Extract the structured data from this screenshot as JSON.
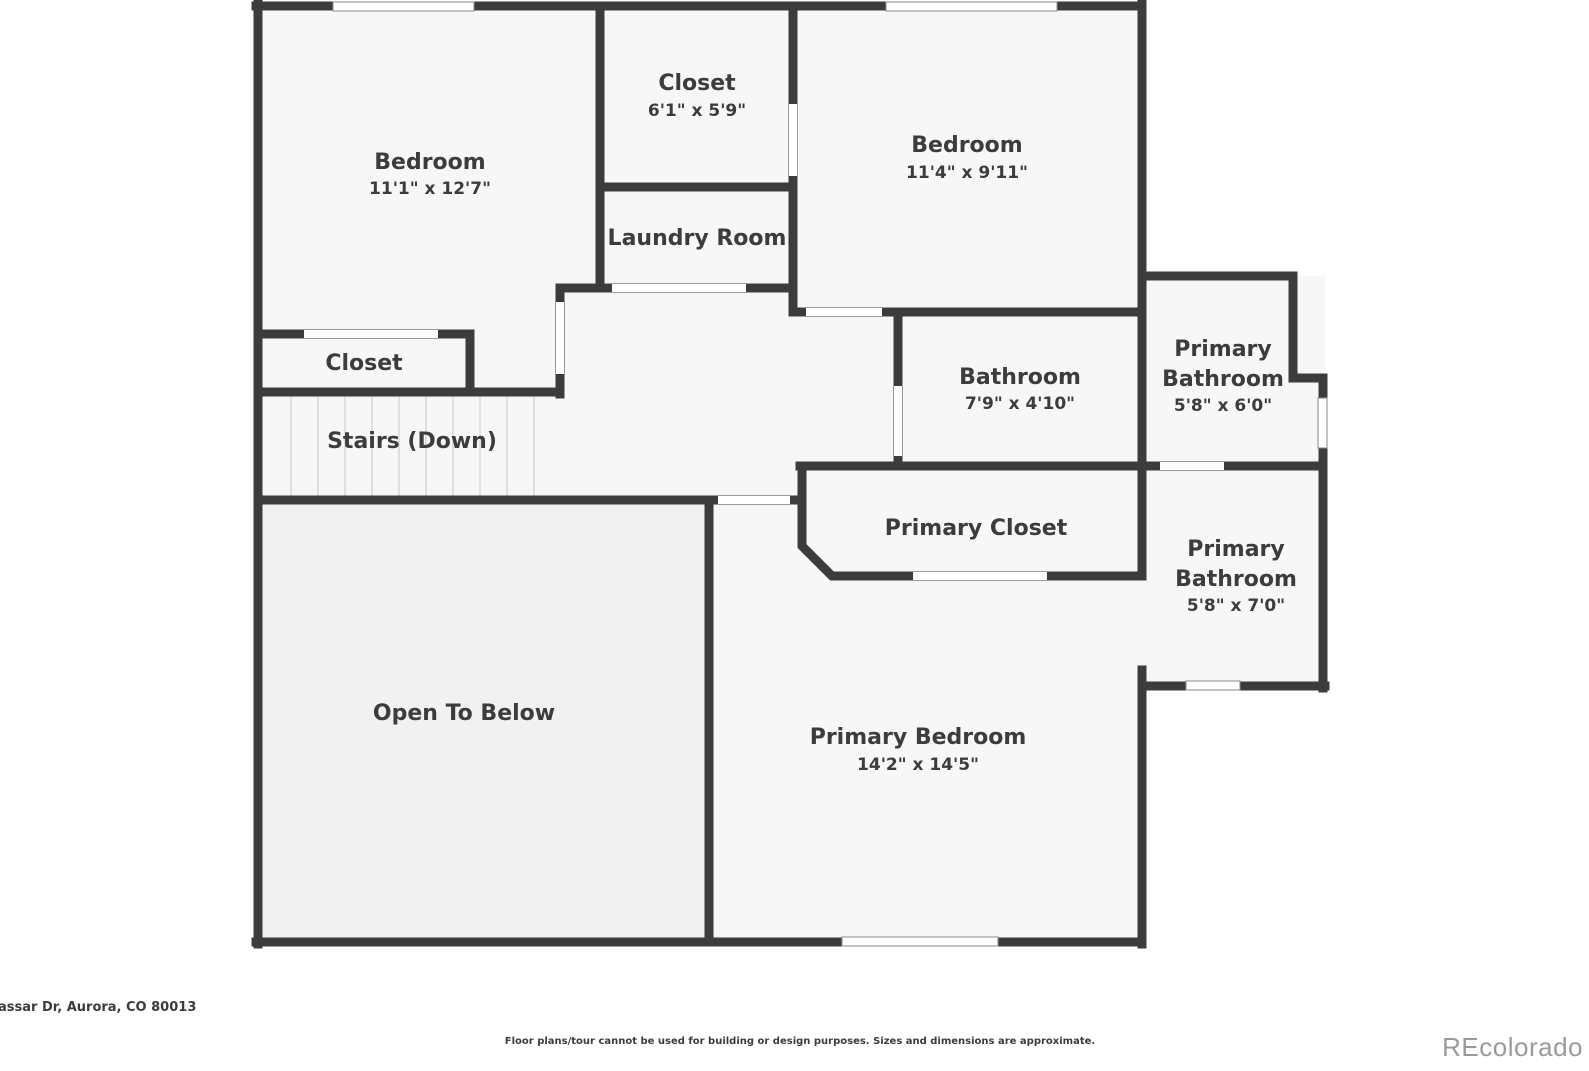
{
  "rooms": {
    "bedroom_nw": {
      "name": "Bedroom",
      "dim": "11'1\" x 12'7\""
    },
    "closet_top": {
      "name": "Closet",
      "dim": "6'1\" x 5'9\""
    },
    "bedroom_ne": {
      "name": "Bedroom",
      "dim": "11'4\" x 9'11\""
    },
    "laundry": {
      "name": "Laundry Room"
    },
    "closet_small": {
      "name": "Closet"
    },
    "stairs": {
      "name": "Stairs (Down)"
    },
    "bathroom": {
      "name": "Bathroom",
      "dim": "7'9\" x 4'10\""
    },
    "primary_bath_1": {
      "name_line1": "Primary",
      "name_line2": "Bathroom",
      "dim": "5'8\" x 6'0\""
    },
    "primary_closet": {
      "name": "Primary Closet"
    },
    "primary_bath_2": {
      "name_line1": "Primary",
      "name_line2": "Bathroom",
      "dim": "5'8\" x 7'0\""
    },
    "open_below": {
      "name": "Open To Below"
    },
    "primary_bedroom": {
      "name": "Primary Bedroom",
      "dim": "14'2\" x 14'5\""
    }
  },
  "footer": {
    "address": "assar Dr, Aurora, CO 80013",
    "disclaimer": "Floor plans/tour cannot be used for building or design purposes. Sizes and dimensions are approximate.",
    "brand": "REcolorado"
  },
  "colors": {
    "wall": "#3c3c3c",
    "floor": "#f7f7f7",
    "open_below": "#f1f1f1"
  }
}
